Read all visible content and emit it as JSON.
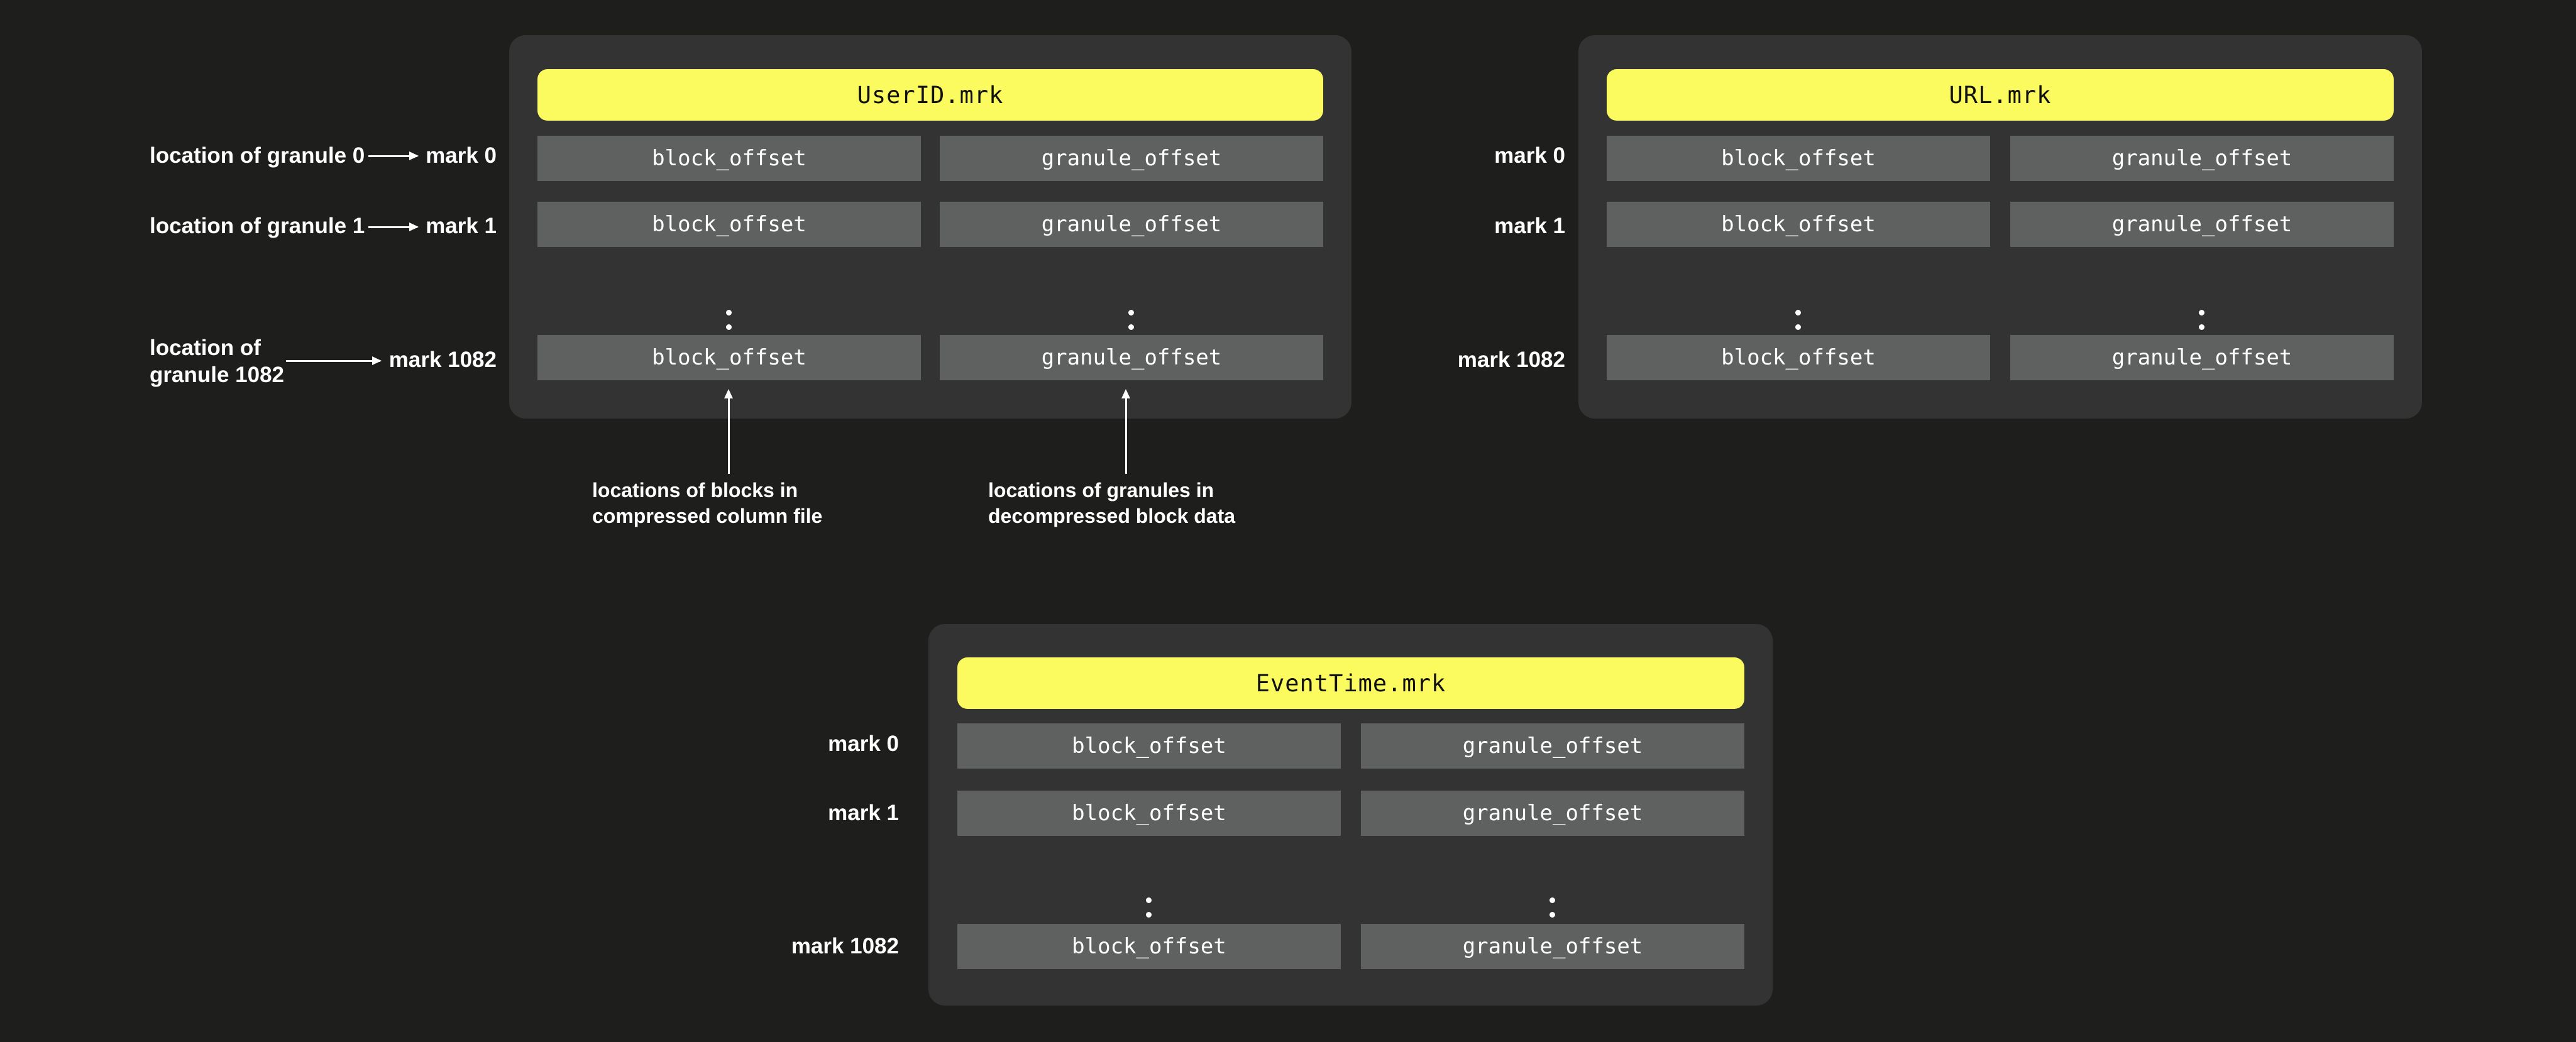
{
  "background_color": "#1e1f1d",
  "panel_color": "#333333",
  "title_color": "#fbfb5f",
  "cell_color": "#5f6060",
  "text_color": "#ffffff",
  "column_labels": {
    "block_offset": "block_offset",
    "granule_offset": "granule_offset"
  },
  "panels": {
    "userid": {
      "title": "UserID.mrk",
      "marks": [
        "mark 0",
        "mark 1",
        "mark 1082"
      ],
      "rows": [
        {
          "block_offset": "block_offset",
          "granule_offset": "granule_offset"
        },
        {
          "block_offset": "block_offset",
          "granule_offset": "granule_offset"
        },
        {
          "block_offset": "block_offset",
          "granule_offset": "granule_offset"
        }
      ]
    },
    "url": {
      "title": "URL.mrk",
      "marks": [
        "mark 0",
        "mark 1",
        "mark 1082"
      ],
      "rows": [
        {
          "block_offset": "block_offset",
          "granule_offset": "granule_offset"
        },
        {
          "block_offset": "block_offset",
          "granule_offset": "granule_offset"
        },
        {
          "block_offset": "block_offset",
          "granule_offset": "granule_offset"
        }
      ]
    },
    "eventtime": {
      "title": "EventTime.mrk",
      "marks": [
        "mark 0",
        "mark 1",
        "mark 1082"
      ],
      "rows": [
        {
          "block_offset": "block_offset",
          "granule_offset": "granule_offset"
        },
        {
          "block_offset": "block_offset",
          "granule_offset": "granule_offset"
        },
        {
          "block_offset": "block_offset",
          "granule_offset": "granule_offset"
        }
      ]
    }
  },
  "lead_labels": [
    {
      "text": "location of granule 0",
      "target": "mark 0"
    },
    {
      "text": "location of granule 1",
      "target": "mark 1"
    },
    {
      "text": "location of\ngranule 1082",
      "target": "mark 1082"
    }
  ],
  "captions": {
    "blocks": "locations of blocks in\ncompressed column file",
    "granules": "locations of granules in\ndecompressed block data"
  }
}
